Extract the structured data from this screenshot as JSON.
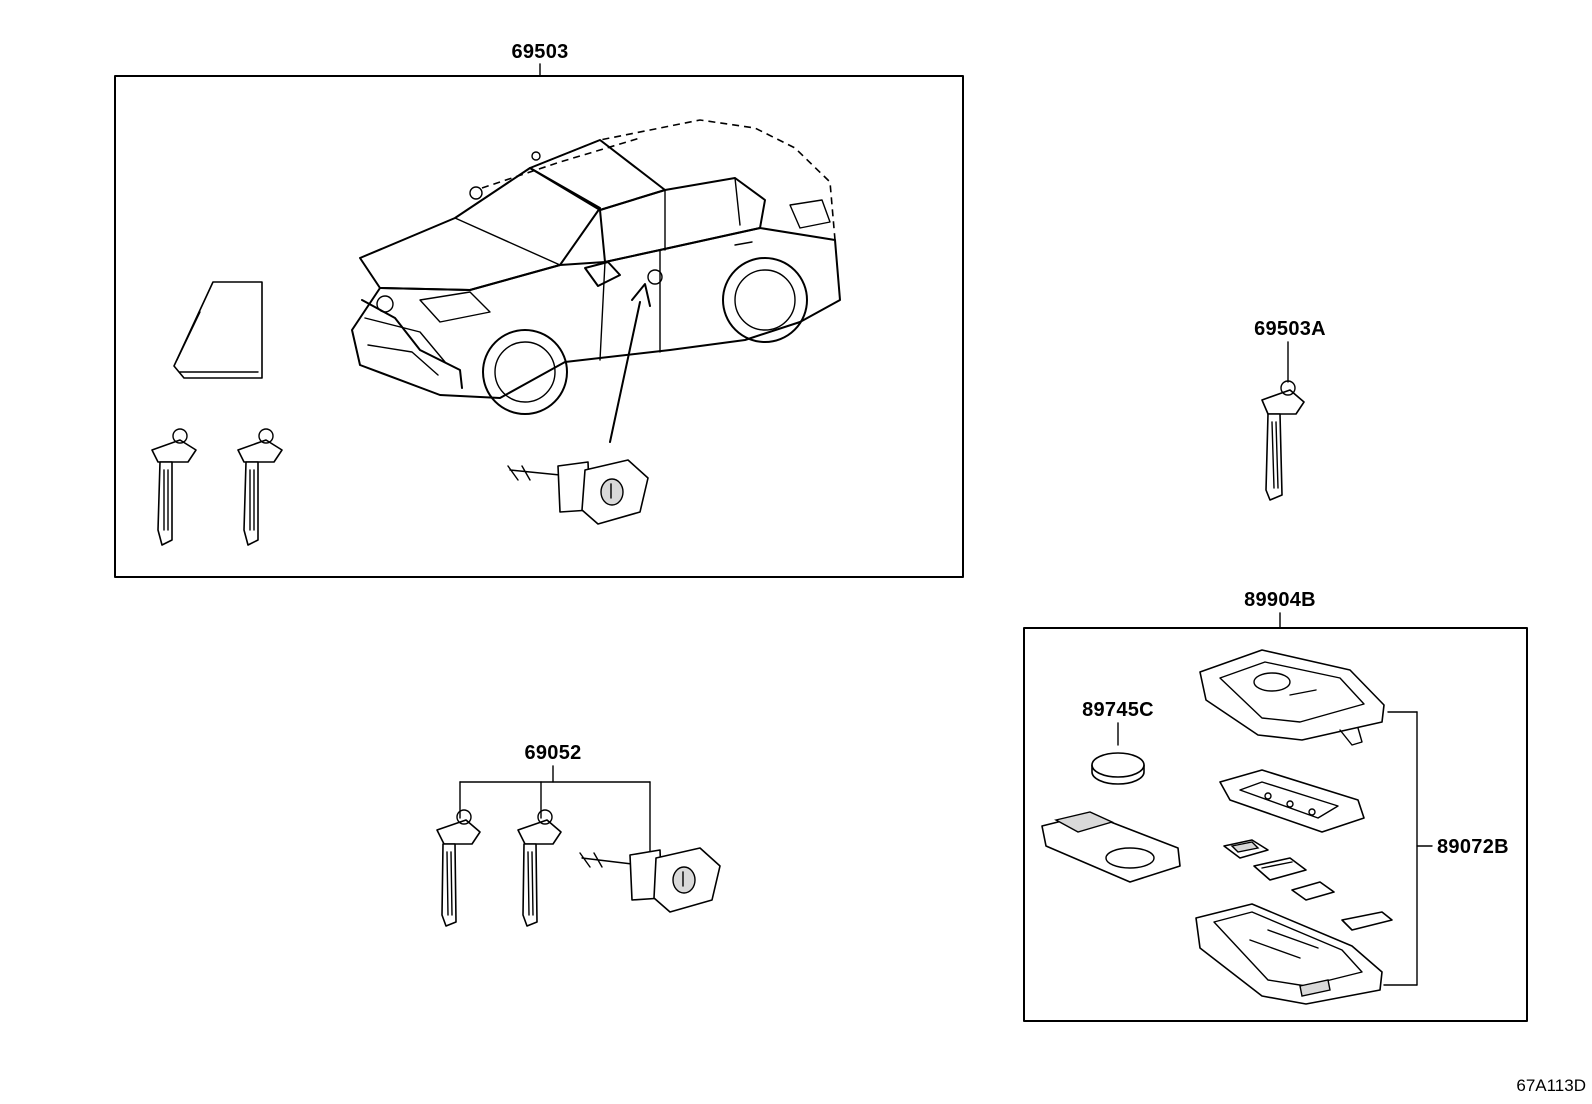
{
  "labels": {
    "kit": "69503",
    "spare_key": "69503A",
    "key_cylinder_set": "69052",
    "smart_key_assy": "89904B",
    "battery": "89745C",
    "case_parts": "89072B"
  },
  "diagram_code": "67A113D"
}
